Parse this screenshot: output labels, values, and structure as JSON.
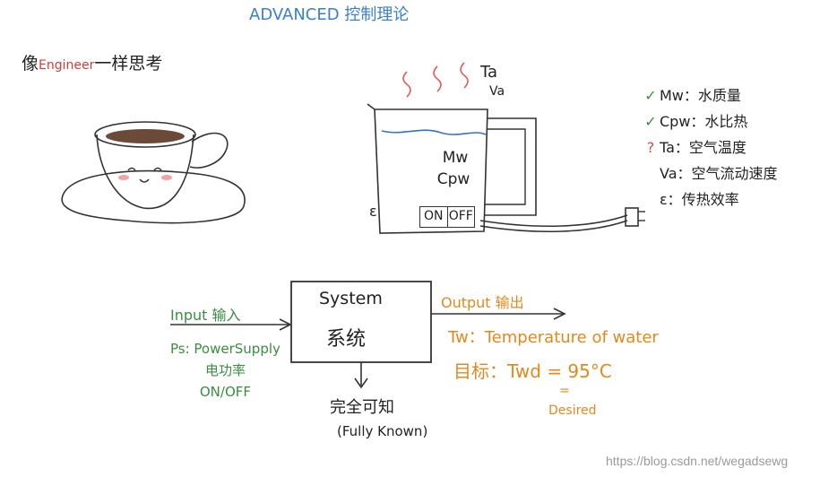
{
  "title": "ADVANCED 控制理论",
  "subtitle": {
    "pre": "像",
    "eng": "Engineer",
    "post": "一样思考"
  },
  "kettle": {
    "ta": "Ta",
    "va": "Va",
    "mw": "Mw",
    "cpw": "Cpw",
    "on": "ON",
    "off": "OFF",
    "epsilon": "ε"
  },
  "variables": [
    {
      "mark": "✓",
      "text": "Mw：水质量"
    },
    {
      "mark": "✓",
      "text": "Cpw：水比热"
    },
    {
      "mark": "?",
      "text": "Ta：空气温度"
    },
    {
      "mark": "",
      "text": "Va：空气流动速度"
    },
    {
      "mark": "",
      "text": "ε：传热效率"
    }
  ],
  "block": {
    "system_en": "System",
    "system_zh": "系统",
    "known_zh": "完全可知",
    "known_en": "(Fully Known)"
  },
  "input": {
    "label": "Input 输入",
    "ps": "Ps: PowerSupply",
    "zh": "电功率",
    "onoff": "ON/OFF"
  },
  "output": {
    "label": "Output 输出",
    "tw": "Tw：Temperature of water",
    "target": "目标：Twd = 95°C",
    "desired_mark": "=",
    "desired": "Desired"
  },
  "watermark": "https://blog.csdn.net/wegadsewg"
}
